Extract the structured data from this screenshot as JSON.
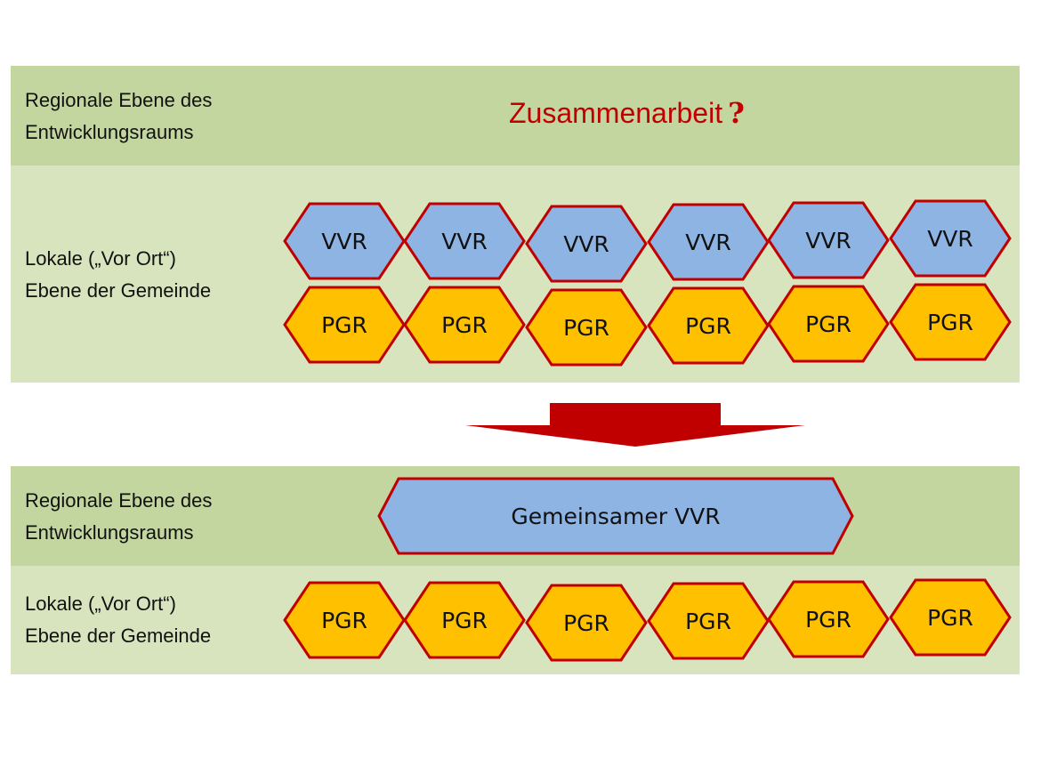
{
  "colors": {
    "band_dark": "#c4d69f",
    "band_light": "#d8e4bd",
    "hex_blue": "#8eb4e3",
    "hex_orange": "#ffc000",
    "hex_border": "#c00000",
    "arrow": "#c00000",
    "title_red": "#c00000"
  },
  "before": {
    "regional_label": [
      "Regionale Ebene des",
      "Entwicklungsraums"
    ],
    "regional_title": "Zusammenarbeit",
    "regional_title_icon": "question-mark-icon",
    "regional_title_symbol": "?",
    "local_label": [
      "Lokale („Vor Ort“)",
      "Ebene der Gemeinde"
    ],
    "vvr_row": [
      "VVR",
      "VVR",
      "VVR",
      "VVR",
      "VVR",
      "VVR"
    ],
    "pgr_row": [
      "PGR",
      "PGR",
      "PGR",
      "PGR",
      "PGR",
      "PGR"
    ]
  },
  "transition": {
    "icon": "arrow-down-icon"
  },
  "after": {
    "regional_label": [
      "Regionale Ebene des",
      "Entwicklungsraums"
    ],
    "regional_shape": "Gemeinsamer VVR",
    "local_label": [
      "Lokale („Vor Ort“)",
      "Ebene der Gemeinde"
    ],
    "pgr_row": [
      "PGR",
      "PGR",
      "PGR",
      "PGR",
      "PGR",
      "PGR"
    ]
  }
}
